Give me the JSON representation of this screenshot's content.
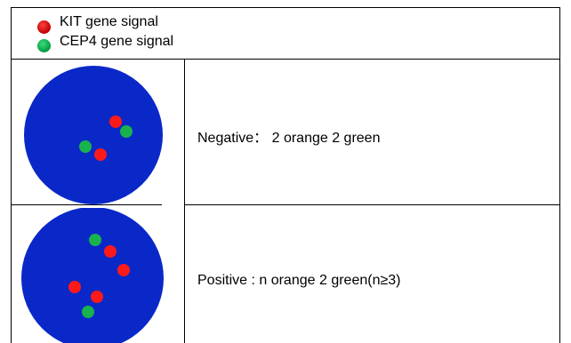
{
  "legend": {
    "items": [
      {
        "label": "KIT gene signal",
        "color": "#e10000",
        "icon": "red-dot-icon"
      },
      {
        "label": "CEP4 gene signal",
        "color": "#00b050",
        "icon": "green-dot-icon"
      }
    ]
  },
  "rows": [
    {
      "description": "Negative：  2 orange 2 green",
      "nucleus_color": "#0a28c8",
      "red_signals": 2,
      "green_signals": 2
    },
    {
      "description": "Positive : n orange 2 green(n≥3)",
      "nucleus_color": "#0a28c8",
      "red_signals": 4,
      "green_signals": 2
    }
  ]
}
